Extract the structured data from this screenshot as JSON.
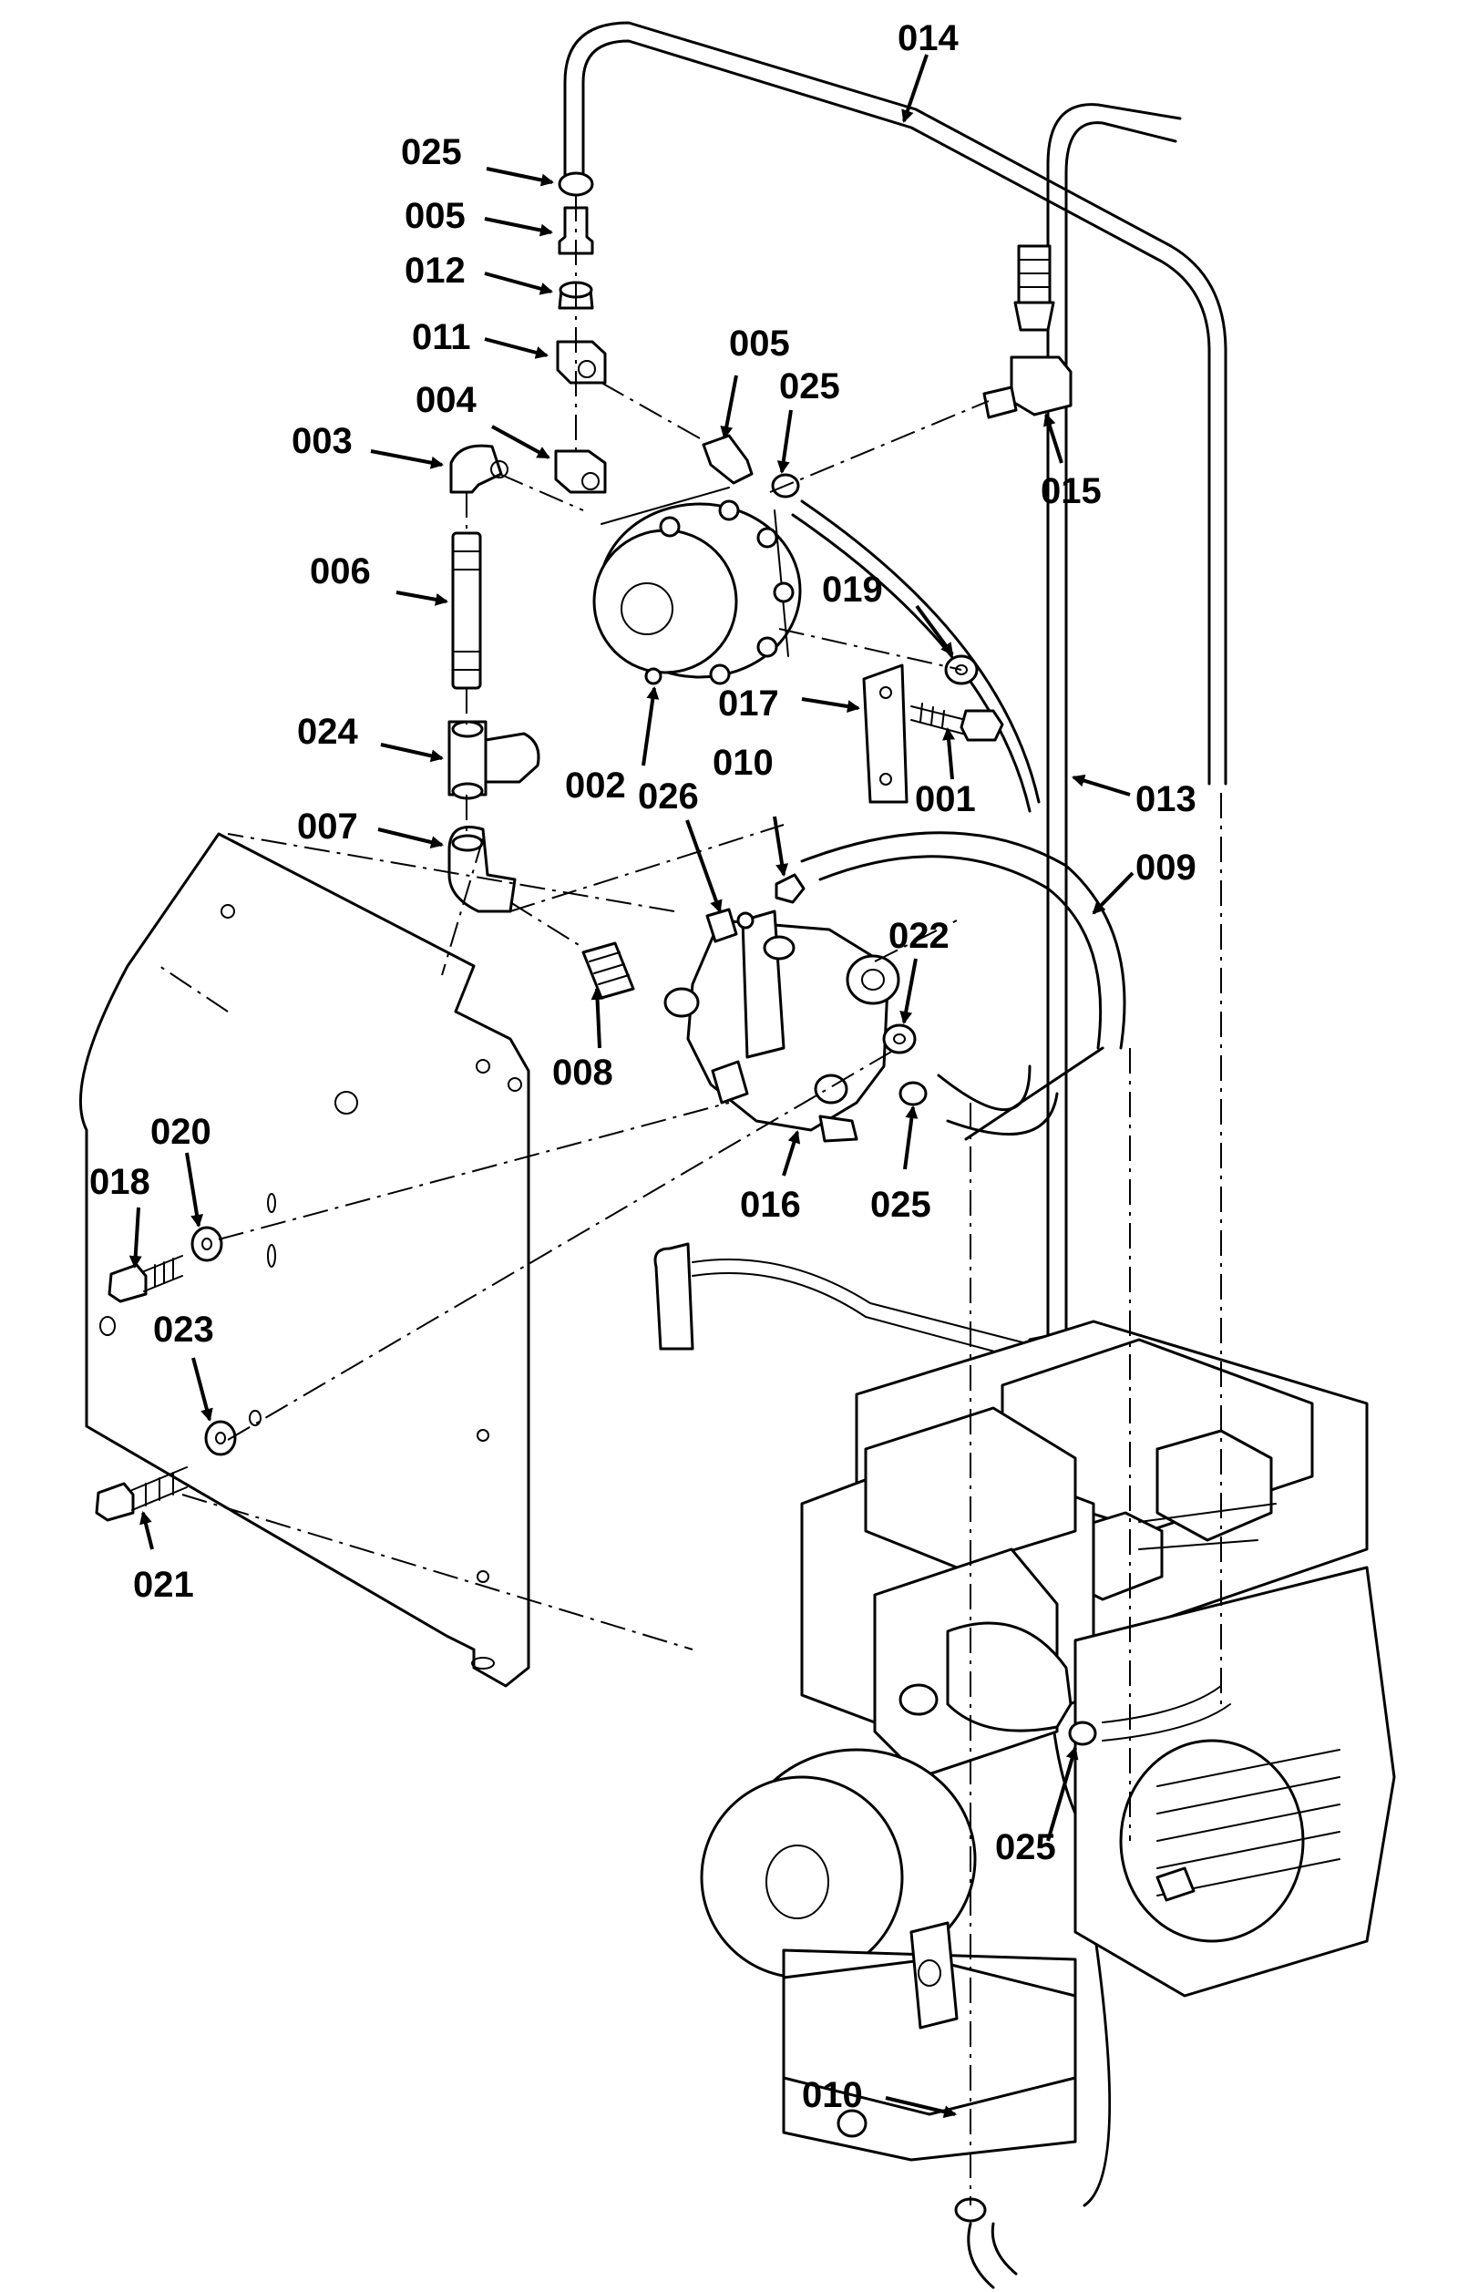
{
  "callouts": [
    {
      "id": "c014",
      "label": "014"
    },
    {
      "id": "c025a",
      "label": "025"
    },
    {
      "id": "c005a",
      "label": "005"
    },
    {
      "id": "c012",
      "label": "012"
    },
    {
      "id": "c011",
      "label": "011"
    },
    {
      "id": "c004",
      "label": "004"
    },
    {
      "id": "c003",
      "label": "003"
    },
    {
      "id": "c006",
      "label": "006"
    },
    {
      "id": "c024",
      "label": "024"
    },
    {
      "id": "c007",
      "label": "007"
    },
    {
      "id": "c005b",
      "label": "005"
    },
    {
      "id": "c025b",
      "label": "025"
    },
    {
      "id": "c015",
      "label": "015"
    },
    {
      "id": "c019",
      "label": "019"
    },
    {
      "id": "c017",
      "label": "017"
    },
    {
      "id": "c002",
      "label": "002"
    },
    {
      "id": "c026",
      "label": "026"
    },
    {
      "id": "c010a",
      "label": "010"
    },
    {
      "id": "c001",
      "label": "001"
    },
    {
      "id": "c013",
      "label": "013"
    },
    {
      "id": "c009",
      "label": "009"
    },
    {
      "id": "c022",
      "label": "022"
    },
    {
      "id": "c008",
      "label": "008"
    },
    {
      "id": "c016",
      "label": "016"
    },
    {
      "id": "c025c",
      "label": "025"
    },
    {
      "id": "c020",
      "label": "020"
    },
    {
      "id": "c018",
      "label": "018"
    },
    {
      "id": "c023",
      "label": "023"
    },
    {
      "id": "c021",
      "label": "021"
    },
    {
      "id": "c025d",
      "label": "025"
    },
    {
      "id": "c010b",
      "label": "010"
    }
  ]
}
